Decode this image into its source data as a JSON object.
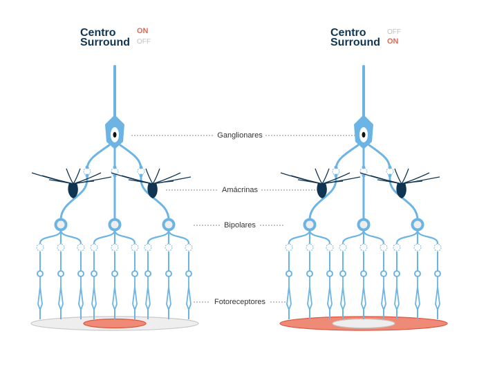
{
  "panels": [
    {
      "legend": [
        {
          "key": "Centro",
          "value": "ON",
          "active": true
        },
        {
          "key": "Surround",
          "value": "OFF",
          "active": false
        }
      ],
      "center_lit": true,
      "surround_lit": false
    },
    {
      "legend": [
        {
          "key": "Centro",
          "value": "OFF",
          "active": false
        },
        {
          "key": "Surround",
          "value": "ON",
          "active": true
        }
      ],
      "center_lit": false,
      "surround_lit": true
    }
  ],
  "labels": {
    "ganglion": "Ganglionares",
    "amacrine": "Amácrinas",
    "bipolar": "Bipolares",
    "photoreceptor": "Fotoreceptores"
  },
  "colors": {
    "neuron": "#6cb4e4",
    "amacrine": "#0f3553",
    "lit": "#ee8a75",
    "lit_stroke": "#e0553f",
    "unlit": "#eeeeee",
    "unlit_stroke": "#c8c8c8"
  }
}
